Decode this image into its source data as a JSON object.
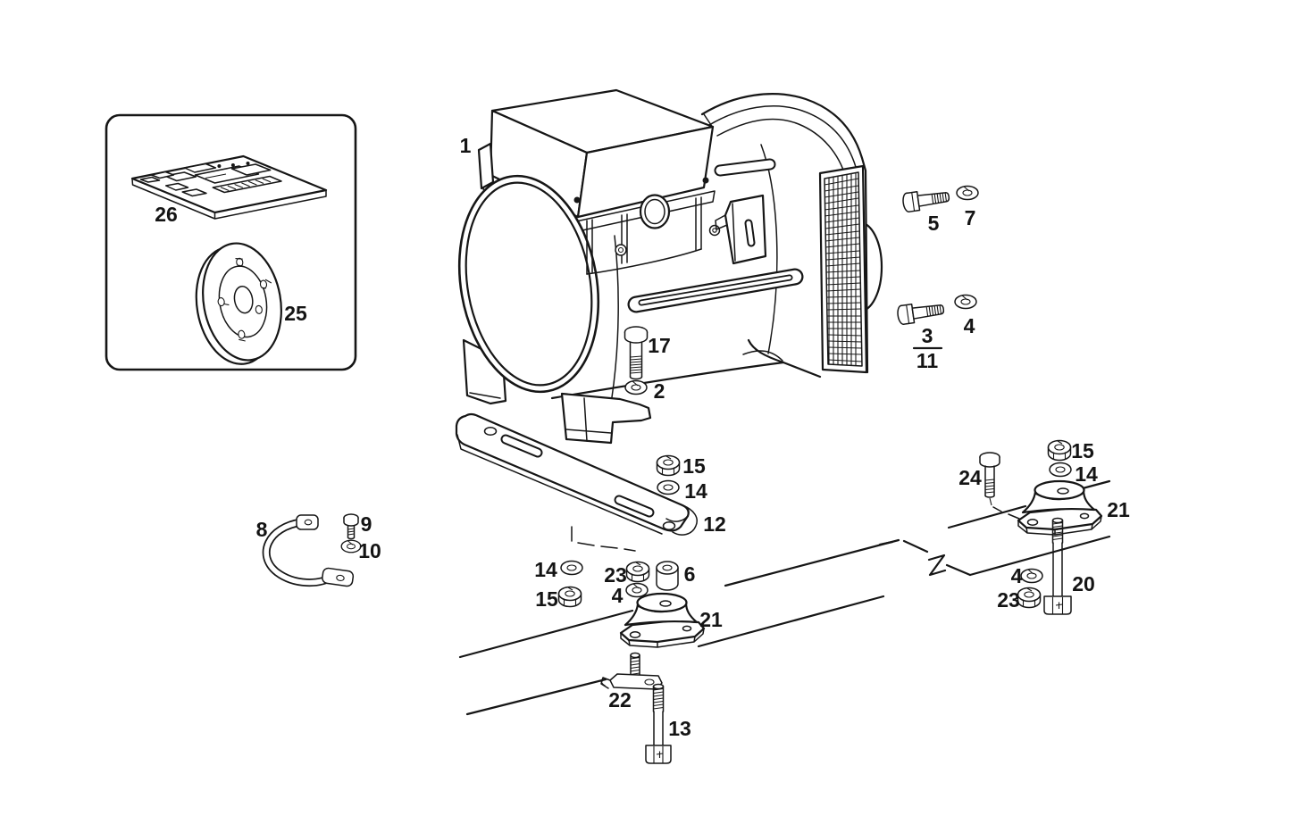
{
  "figure": {
    "kind": "exploded parts diagram",
    "background_color": "#ffffff",
    "line_color": "#161616"
  },
  "callouts": {
    "n1": "1",
    "n2": "2",
    "n3": "3",
    "n4": "4",
    "n5": "5",
    "n6": "6",
    "n7": "7",
    "n8": "8",
    "n9": "9",
    "n10": "10",
    "n11": "11",
    "n12": "12",
    "n13": "13",
    "n14": "14",
    "n15": "15",
    "n17": "17",
    "n20": "20",
    "n21": "21",
    "n22": "22",
    "n23": "23",
    "n24": "24",
    "n25": "25",
    "n26": "26"
  }
}
